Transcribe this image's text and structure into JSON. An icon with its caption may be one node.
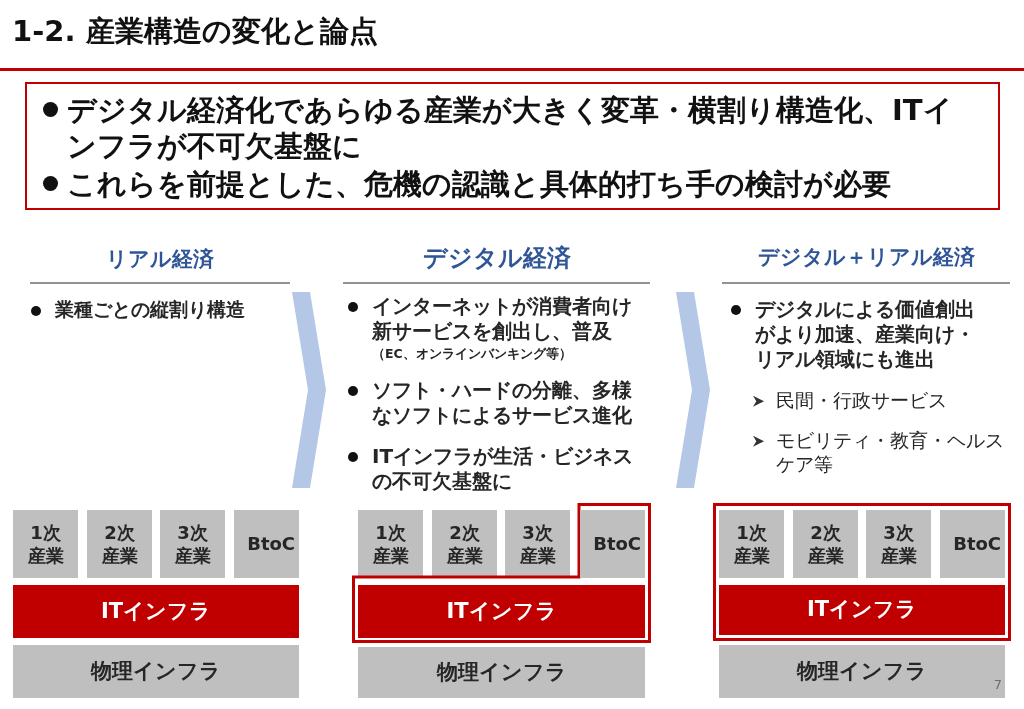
{
  "diagram": {
    "title": "1-2. 産業構造の変化と論点",
    "nodes": [
      {
        "text": [
          "デジタル経済化であらゆる産業が大きく変革・横割り構造化、ITインフラが不可欠基盤に",
          "これらを前提とした、危機の認識と具体的打ち手の検討が必要"
        ]
      },
      {
        "text": [
          "1次産業"
        ]
      },
      {
        "text": [
          "2次産業"
        ]
      },
      {
        "text": [
          "3次産業"
        ]
      },
      {
        "text": [
          "BtoC"
        ]
      },
      {
        "text": [
          "ITインフラ"
        ]
      },
      {
        "text": [
          "物理インフラ"
        ]
      },
      {
        "text": [
          "1次産業"
        ]
      },
      {
        "text": [
          "2次産業"
        ]
      },
      {
        "text": [
          "3次産業"
        ]
      },
      {
        "text": [],
        "shape": "box"
      },
      {
        "text": [
          "BtoC"
        ],
        "in": 10
      },
      {
        "text": [
          "ITインフラ"
        ],
        "in": 10
      },
      {
        "text": [
          "物理インフラ"
        ]
      },
      {
        "text": [],
        "shape": "box"
      },
      {
        "text": [
          "1次産業"
        ],
        "in": 14
      },
      {
        "text": [
          "2次産業"
        ],
        "in": 14
      },
      {
        "text": [
          "3次産業"
        ],
        "in": 14
      },
      {
        "text": [
          "BtoC"
        ],
        "in": 14
      },
      {
        "text": [
          "ITインフラ"
        ],
        "in": 14
      },
      {
        "text": [
          "物理インフラ"
        ]
      }
    ],
    "labels": [
      "リアル経済",
      "デジタル経済",
      "デジタル＋リアル経済",
      "業種ごとの縦割り構造",
      "インターネットが消費者向け新サービスを創出し、普及",
      "（EC、オンラインバンキング等）",
      "ソフト・ハードの分離、多様なソフトによるサービス進化",
      "ITインフラが生活・ビジネスの不可欠基盤に",
      "デジタルによる価値創出がより加速、産業向け・リアル領域にも進出",
      "民間・行政サービス",
      "モビリティ・教育・ヘルスケア等",
      "7"
    ]
  }
}
